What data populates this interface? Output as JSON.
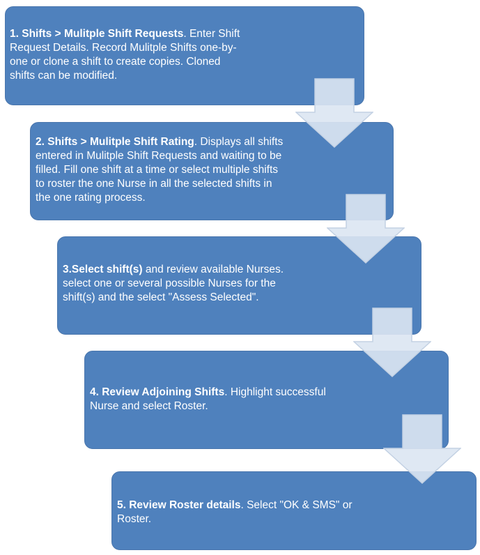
{
  "steps": [
    {
      "bold": "1. Shifts > Mulitple Shift Requests",
      "text": ".  Enter Shift Request Details. Record Mulitple Shifts one-by-one or clone a shift to create copies. Cloned shifts can be modified."
    },
    {
      "bold": "2. Shifts > Mulitple Shift Rating",
      "text": ".  Displays all shifts entered in Mulitple Shift Requests and waiting to be filled.  Fill one shift at a time or select multiple shifts to roster the one Nurse in all the selected shifts in the one rating process."
    },
    {
      "bold": "3.Select shift(s)",
      "text": " and review available Nurses. select one or several possible Nurses for the shift(s) and the select \"Assess Selected\"."
    },
    {
      "bold": "4. Review Adjoining Shifts",
      "text": ".  Highlight successful Nurse and select Roster."
    },
    {
      "bold": "5. Review Roster details",
      "text": ". Select \"OK & SMS\" or Roster."
    }
  ],
  "colors": {
    "box_fill": "#4f81bd",
    "box_border": "#4a76ad",
    "text": "#ffffff",
    "arrow_fill": "#dce6f2",
    "arrow_stroke": "#c3d1e3"
  },
  "icons": {
    "connector": "down-arrow-icon"
  }
}
